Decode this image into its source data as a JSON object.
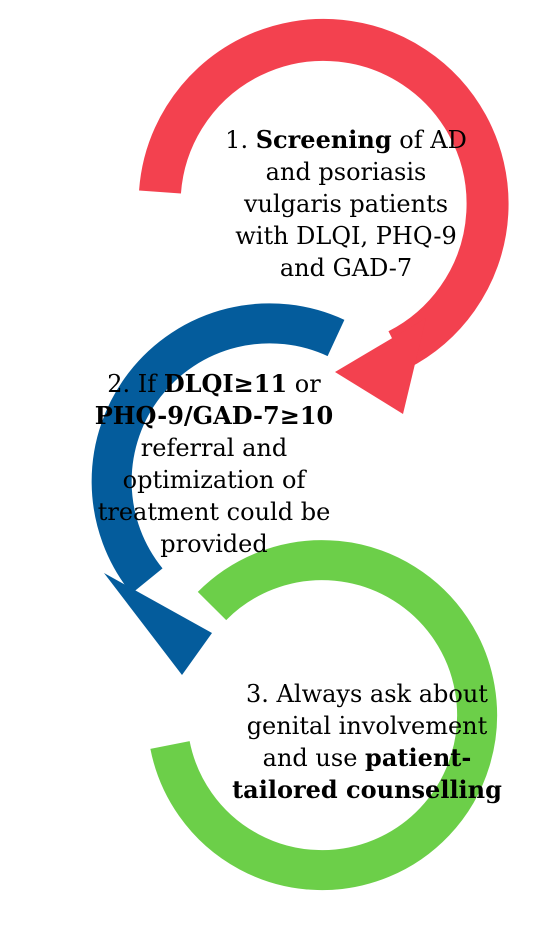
{
  "colors": {
    "step1_arrow": "#f3414f",
    "step2_arrow": "#045c9c",
    "step3_arrow": "#6ccf49",
    "text": "#000000"
  },
  "steps": [
    {
      "lines": [
        {
          "prefix": "1. ",
          "bold": "Screening",
          "suffix": " of AD"
        },
        {
          "text": "and psoriasis"
        },
        {
          "text": "vulgaris patients"
        },
        {
          "text": "with DLQI, PHQ-9"
        },
        {
          "text": "and GAD-7"
        }
      ]
    },
    {
      "lines": [
        {
          "prefix": "2. If ",
          "bold": "DLQI≥11",
          "suffix": " or"
        },
        {
          "bold": "PHQ-9/GAD-7≥10"
        },
        {
          "text": "referral and"
        },
        {
          "text": "optimization of"
        },
        {
          "text": "treatment could be"
        },
        {
          "text": "provided"
        }
      ]
    },
    {
      "lines": [
        {
          "text": "3. Always ask about"
        },
        {
          "text": "genital involvement"
        },
        {
          "prefix": "and use ",
          "bold": "patient-"
        },
        {
          "bold": "tailored counselling"
        }
      ]
    }
  ]
}
